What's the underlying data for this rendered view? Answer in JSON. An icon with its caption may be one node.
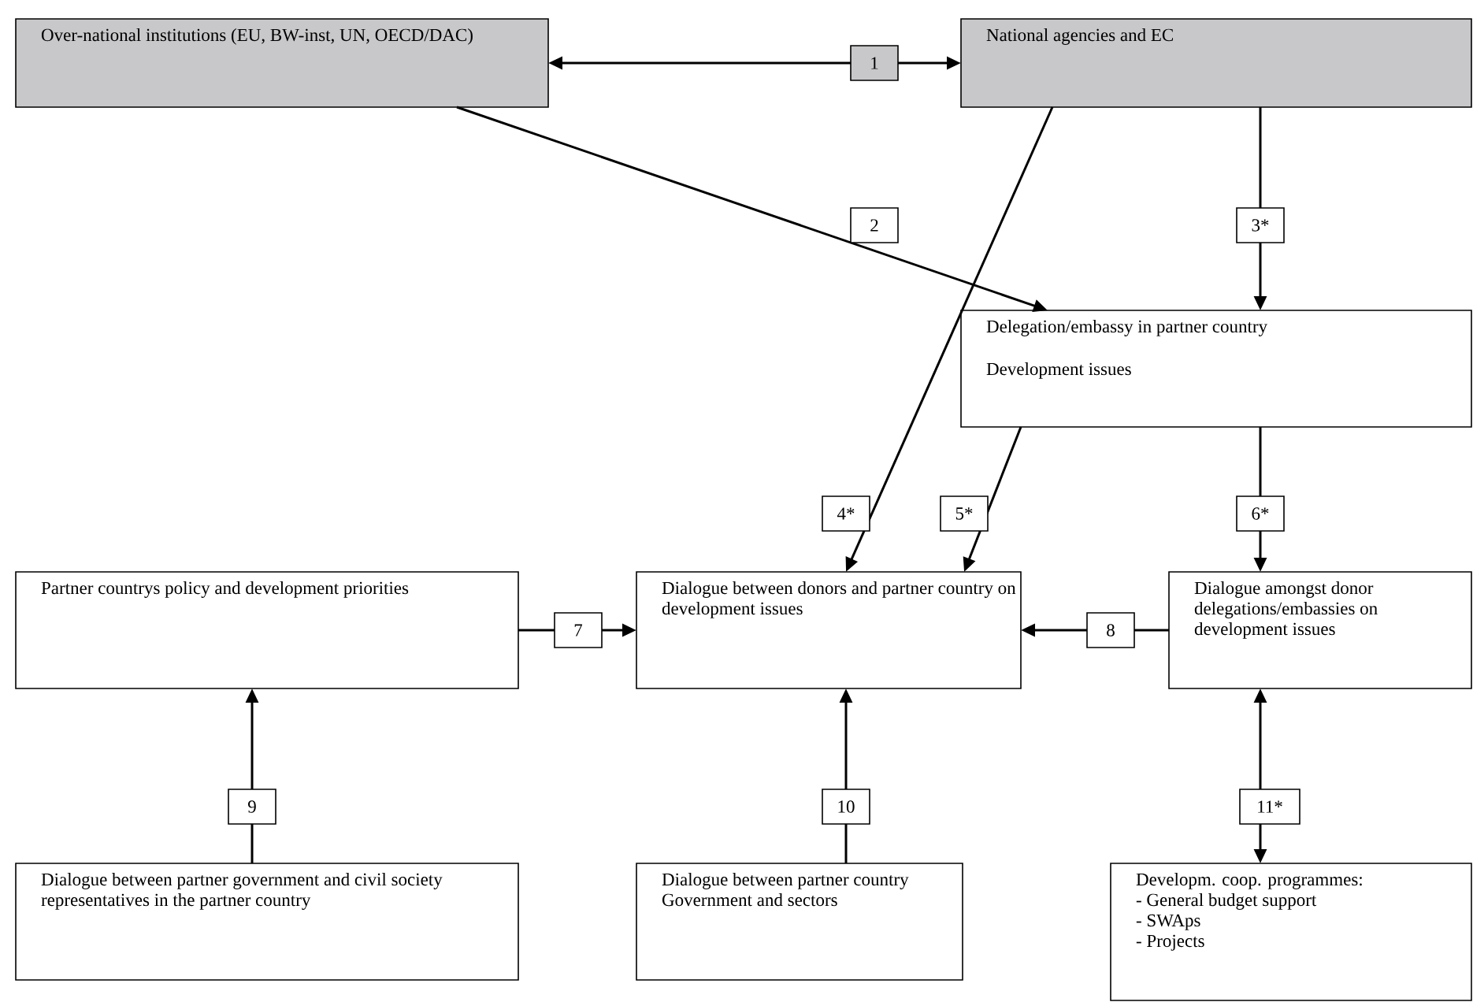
{
  "diagram": {
    "nodes": [
      {
        "text": [
          "Over-national institutions (EU, BW-inst, UN, OECD/DAC)"
        ]
      },
      {
        "text": [
          "National agencies and EC"
        ]
      },
      {
        "text": [
          "Delegation/embassy in partner country",
          "Development issues"
        ]
      },
      {
        "text": [
          "Partner countrys policy and development priorities"
        ]
      },
      {
        "text": [
          "Dialogue between donors and partner country on development issues"
        ]
      },
      {
        "text": [
          "Dialogue amongst donor delegations/embassies on development issues"
        ]
      },
      {
        "text": [
          "Dialogue between partner government and civil society representatives in the partner country"
        ]
      },
      {
        "text": [
          "Dialogue between partner country Government and sectors"
        ]
      },
      {
        "text": [
          "Developm. coop.  programmes:",
          "- General budget support",
          "- SWAps",
          "- Projects"
        ]
      }
    ],
    "edges": [
      {
        "from": 0,
        "to": 1,
        "arrow": "both",
        "label": "1"
      },
      {
        "from": 0,
        "to": 2,
        "arrow": "to",
        "label": "2"
      },
      {
        "from": 1,
        "to": 2,
        "arrow": "to",
        "label": "3*"
      },
      {
        "from": 1,
        "to": 4,
        "arrow": "to",
        "label": "4*"
      },
      {
        "from": 2,
        "to": 4,
        "arrow": "to",
        "label": "5*"
      },
      {
        "from": 2,
        "to": 5,
        "arrow": "to",
        "label": "6*"
      },
      {
        "from": 3,
        "to": 4,
        "arrow": "to",
        "label": "7"
      },
      {
        "from": 5,
        "to": 4,
        "arrow": "to",
        "label": "8"
      },
      {
        "from": 6,
        "to": 3,
        "arrow": "to",
        "label": "9"
      },
      {
        "from": 7,
        "to": 4,
        "arrow": "to",
        "label": "10"
      },
      {
        "from": 5,
        "to": 8,
        "arrow": "both",
        "label": "11*"
      }
    ]
  }
}
